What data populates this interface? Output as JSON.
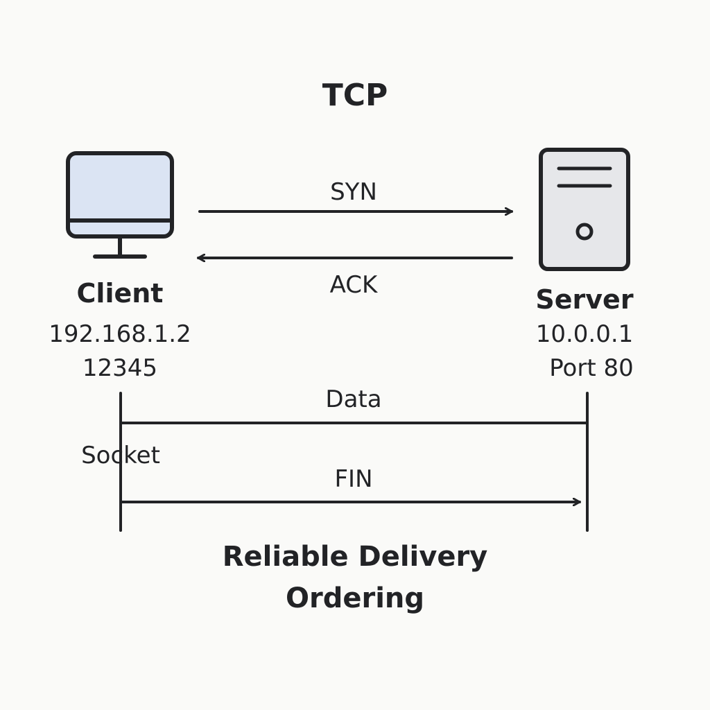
{
  "title": "TCP",
  "client": {
    "name": "Client",
    "address": "192.168.1.2",
    "port": "12345",
    "socket_label": "Socket"
  },
  "server": {
    "name": "Server",
    "address": "10.0.0.1",
    "port": "Port 80"
  },
  "messages": {
    "syn": "SYN",
    "ack": "ACK",
    "data": "Data",
    "fin": "FIN"
  },
  "features": [
    "Reliable Delivery",
    "Ordering"
  ],
  "icons": {
    "client": "monitor-icon",
    "server": "server-tower-icon"
  },
  "colors": {
    "stroke": "#222326",
    "monitor_screen": "#dbe4f3",
    "server_body": "#e6e7ea",
    "background": "#fafaf8"
  }
}
